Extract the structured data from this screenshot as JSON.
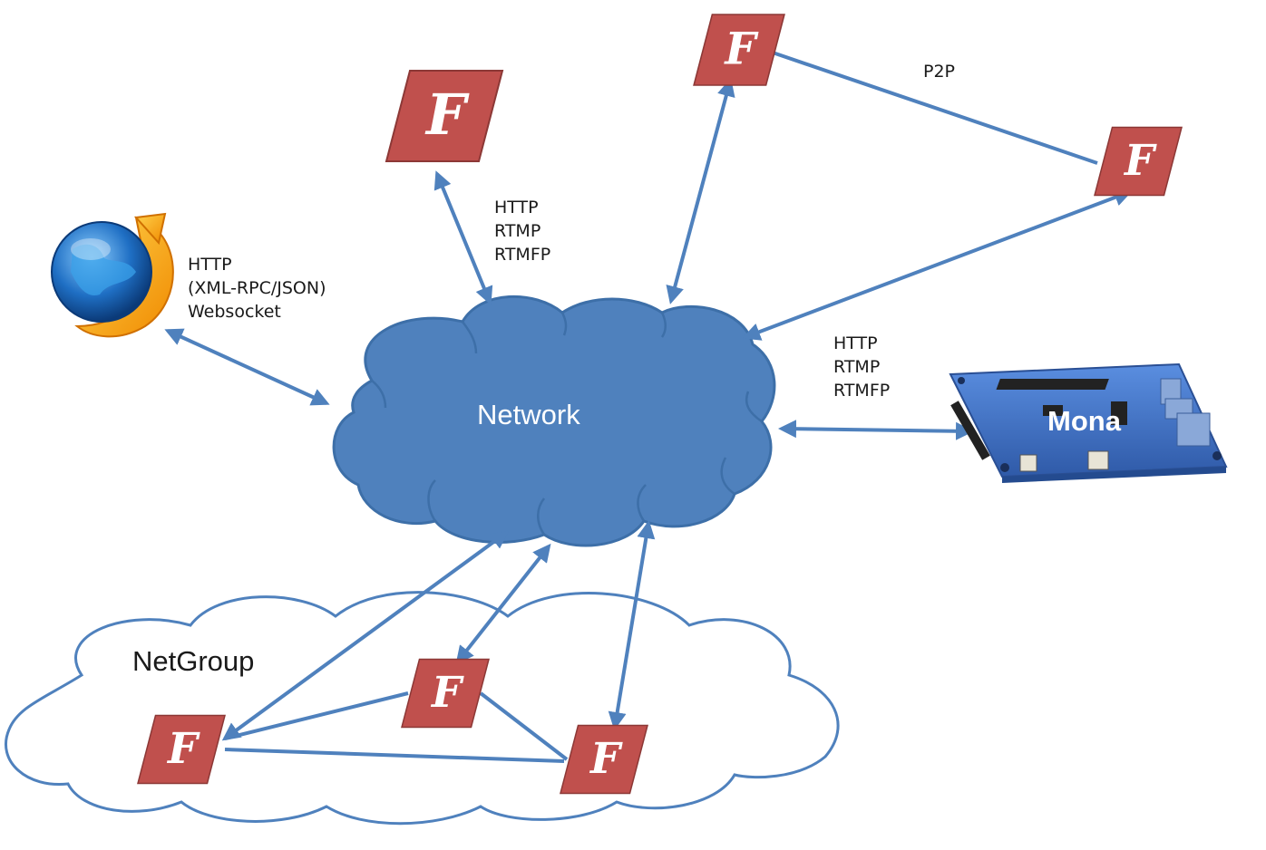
{
  "network": {
    "label": "Network"
  },
  "netgroup": {
    "label": "NetGroup"
  },
  "mona": {
    "label": "Mona"
  },
  "flash_icon": {
    "letter": "F"
  },
  "labels": {
    "browser": [
      "HTTP",
      "(XML-RPC/JSON)",
      "Websocket"
    ],
    "top_flash": [
      "HTTP",
      "RTMP",
      "RTMFP"
    ],
    "mona": [
      "HTTP",
      "RTMP",
      "RTMFP"
    ],
    "p2p": "P2P"
  },
  "colors": {
    "network_cloud": "#4f81bd",
    "cloud_outline": "#3d6fa8",
    "arrow": "#4f81bd",
    "flash_fill": "#c0504d",
    "flash_border": "#8c3836",
    "board": "#3f6fc4"
  }
}
